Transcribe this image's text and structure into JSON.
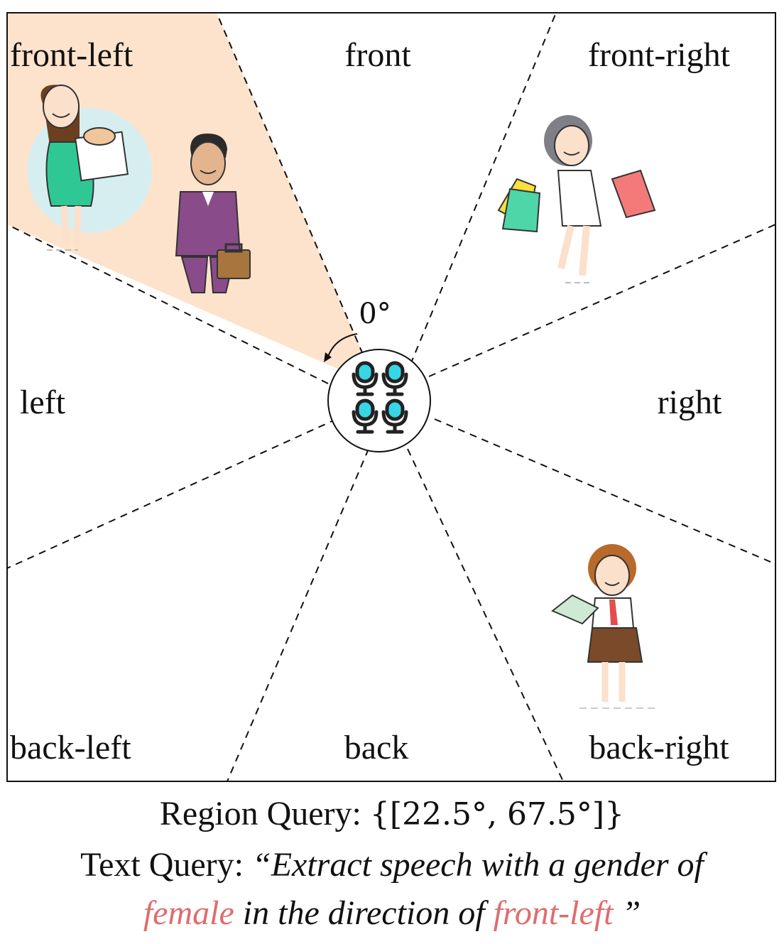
{
  "regions": {
    "front_left": "front-left",
    "front": "front",
    "front_right": "front-right",
    "left": "left",
    "right": "right",
    "back_left": "back-left",
    "back": "back",
    "back_right": "back-right"
  },
  "angle_label": "0°",
  "highlight_color": "#fde3cc",
  "accent_text_color": "#e06c6c",
  "mic_accent_color": "#37d6e6",
  "caption": {
    "region_prefix": "Region Query: ",
    "region_value": "{[22.5°, 67.5°]}",
    "text_prefix": "Text Query: ",
    "text_open": "“Extract speech with a gender of",
    "text_hl1": "female",
    "text_mid": " in the direction of ",
    "text_hl2": "front-left",
    "text_close": " ”"
  }
}
